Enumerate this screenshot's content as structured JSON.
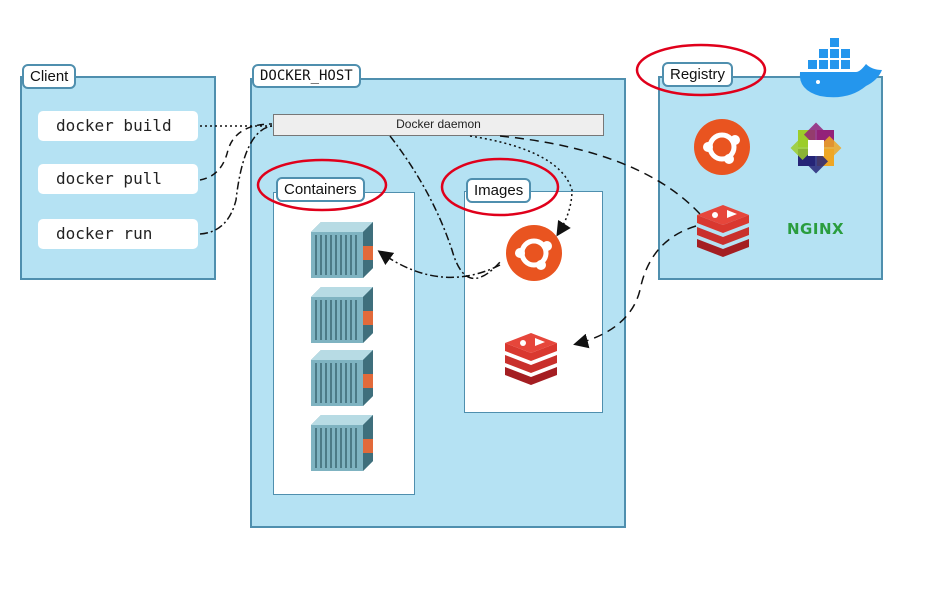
{
  "client": {
    "title": "Client",
    "commands": [
      "docker build",
      "docker pull",
      "docker run"
    ]
  },
  "host": {
    "title": "DOCKER_HOST",
    "daemon": "Docker daemon",
    "containers_title": "Containers",
    "images_title": "Images"
  },
  "registry": {
    "title": "Registry",
    "nginx_logo": "NGINX"
  },
  "icons": [
    "docker-whale-icon",
    "ubuntu-icon",
    "centos-icon",
    "redis-icon",
    "nginx-logo",
    "container-icon"
  ],
  "colors": {
    "panel": "#b5e2f3",
    "panel_border": "#4f8fae",
    "ubuntu": "#e95420",
    "redis": "#c9302c",
    "highlight": "#e0001b",
    "container": "#6fa9b8"
  }
}
